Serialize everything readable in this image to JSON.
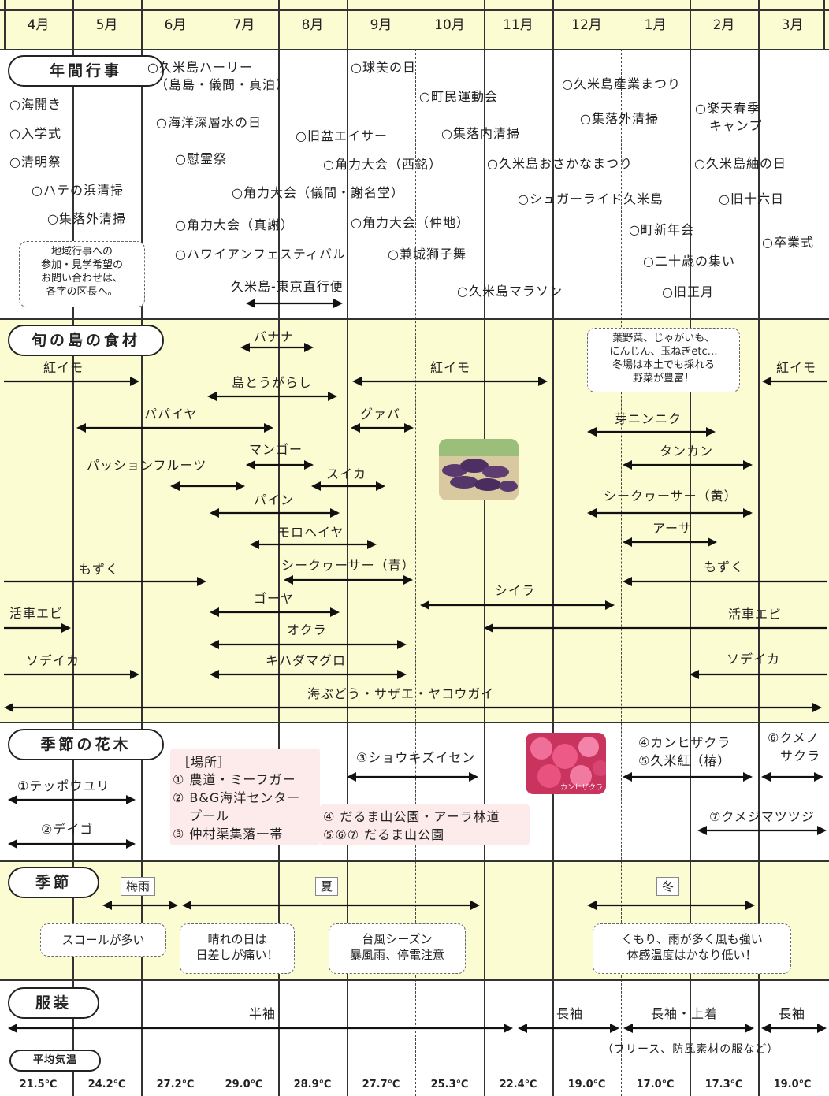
{
  "months": [
    "4月",
    "5月",
    "6月",
    "7月",
    "8月",
    "9月",
    "10月",
    "11月",
    "12月",
    "1月",
    "2月",
    "3月"
  ],
  "sections": {
    "events": "年間行事",
    "food": "旬の島の食材",
    "flowers": "季節の花木",
    "season": "季節",
    "clothing": "服装",
    "avg_temp": "平均気温"
  },
  "events": {
    "umibiraki": "○海開き",
    "nyugakushiki": "○入学式",
    "seimeisai": "○清明祭",
    "hate_clean": "○ハテの浜清掃",
    "shuraku_clean_1": "○集落外清掃",
    "harley": "○久米島ハーリー",
    "harley_sub": "（島島・儀間・真泊）",
    "deep_water_day": "○海洋深層水の日",
    "ireisai": "○慰霊祭",
    "sumo_gima": "○角力大会（儀間・謝名堂）",
    "sumo_majaa": "○角力大会（真謝）",
    "hawaiian": "○ハワイアンフェスティバル",
    "kyumi": "○球美の日",
    "obon_eisa": "○旧盆エイサー",
    "sumo_nishime": "○角力大会（西銘）",
    "sumo_nakachi": "○角力大会（仲地）",
    "kaneshiro_shishi": "○兼城獅子舞",
    "undokai": "○町民運動会",
    "shuraku_nai": "○集落内清掃",
    "osakana": "○久米島おさかなまつり",
    "sugar_ride": "○シュガーライド久米島",
    "marathon": "○久米島マラソン",
    "sangyo": "○久米島産業まつり",
    "shuraku_clean_2": "○集落外清掃",
    "shinnenkai": "○町新年会",
    "hatachi": "○二十歳の集い",
    "kyu_shogatsu": "○旧正月",
    "rakuten": "○楽天春季",
    "rakuten_2": "キャンプ",
    "tsumugi": "○久米島紬の日",
    "kyu_16": "○旧十六日",
    "sotsugyo": "○卒業式",
    "direct_flight": "久米島-東京直行便",
    "notice": [
      "地域行事への",
      "参加・見学希望の",
      "お問い合わせは、",
      "各字の区長へ。"
    ]
  },
  "food": {
    "banana": "バナナ",
    "beni_imo": "紅イモ",
    "shima_togarashi": "島とうがらし",
    "papaya": "パパイヤ",
    "guava": "グァバ",
    "mango": "マンゴー",
    "passion": "パッションフルーツ",
    "suika": "スイカ",
    "pine": "パイン",
    "moroheiya": "モロヘイヤ",
    "shikwasa_ao": "シークヮーサー（青）",
    "mozuku": "もずく",
    "shiira": "シイラ",
    "goya": "ゴーヤ",
    "kuruma_ebi": "活車エビ",
    "okura": "オクラ",
    "sodeika": "ソデイカ",
    "kihada": "キハダマグロ",
    "umibudo": "海ぶどう・サザエ・ヤコウガイ",
    "me_ninniku": "芽ニンニク",
    "tankan": "タンカン",
    "shikwasa_ki": "シークヮーサー（黄）",
    "asa": "アーサ",
    "winter_note": [
      "葉野菜、じゃがいも、",
      "にんじん、玉ねぎetc…",
      "冬場は本土でも採れる",
      "野菜が豊富！"
    ]
  },
  "flowers": {
    "teppouyuri": "①テッポウユリ",
    "deigo": "②デイゴ",
    "place_title": "［場所］",
    "place_1": "① 農道・ミーフガー",
    "place_2": "② B&G海洋センター",
    "place_2b": "プール",
    "place_3": "③ 仲村渠集落一帯",
    "place_4": "④ だるま山公園・アーラ林道",
    "place_567": "⑤⑥⑦ だるま山公園",
    "shoukizuisen": "③ショウキズイセン",
    "kanhizakura": "④カンヒザクラ",
    "kumebeni": "⑤久米紅（椿）",
    "kumeno": "⑥クメノ",
    "kumeno_2": "サクラ",
    "kumejimatsutsuji": "⑦クメジマツツジ",
    "photo_caption": "カンヒザクラ"
  },
  "season": {
    "tsuyu": "梅雨",
    "natsu": "夏",
    "fuyu": "冬",
    "squall": "スコールが多い",
    "hare_1": "晴れの日は",
    "hare_2": "日差しが痛い！",
    "taifu_1": "台風シーズン",
    "taifu_2": "暴風雨、停電注意",
    "fuyu_1": "くもり、雨が多く風も強い",
    "fuyu_2": "体感温度はかなり低い！"
  },
  "clothing": {
    "hansode": "半袖",
    "nagasode": "長袖",
    "nagasode_uwagi": "長袖・上着",
    "nagasode_2": "長袖",
    "note": "（フリース、防風素材の服など）"
  },
  "temps": [
    "21.5℃",
    "24.2℃",
    "27.2℃",
    "29.0℃",
    "28.9℃",
    "27.7℃",
    "25.3℃",
    "22.4℃",
    "19.0℃",
    "17.0℃",
    "17.3℃",
    "19.0℃"
  ],
  "colors": {
    "yellow": "#fcfcd2",
    "line": "#333333",
    "notice_bg": "#fdeaea"
  }
}
